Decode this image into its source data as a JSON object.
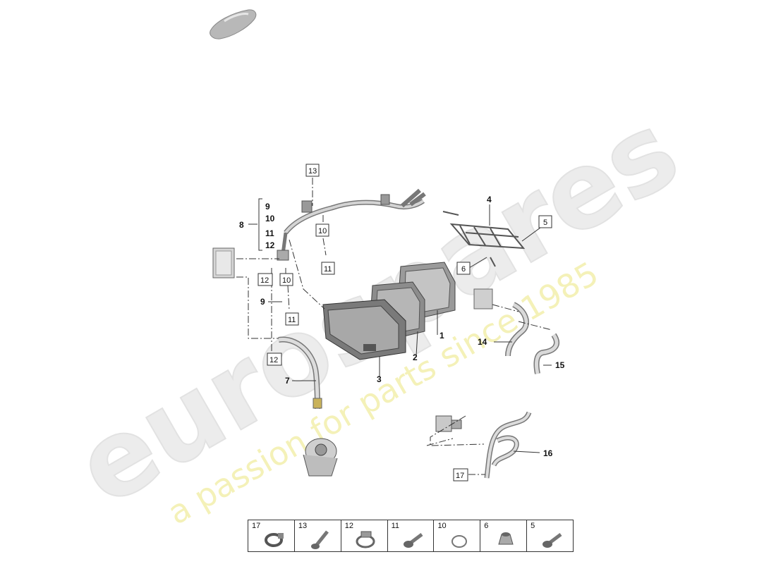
{
  "watermark": {
    "brand": "eurospares",
    "tagline": "a passion for parts since 1985"
  },
  "callouts": {
    "c1": "1",
    "c2": "2",
    "c3": "3",
    "c4": "4",
    "c5": "5",
    "c6": "6",
    "c7": "7",
    "c8": "8",
    "c9a": "9",
    "c10a": "10",
    "c11a": "11",
    "c12a": "12",
    "c9b": "9",
    "c10b": "10",
    "c10c": "10",
    "c11b": "11",
    "c11c": "11",
    "c12b": "12",
    "c12c": "12",
    "c13": "13",
    "c14": "14",
    "c15": "15",
    "c16": "16",
    "c17": "17"
  },
  "legend": [
    {
      "number": "17",
      "icon": "hose-clamp-icon"
    },
    {
      "number": "13",
      "icon": "bolt-icon"
    },
    {
      "number": "12",
      "icon": "hose-clip-icon"
    },
    {
      "number": "11",
      "icon": "screw-icon"
    },
    {
      "number": "10",
      "icon": "o-ring-icon"
    },
    {
      "number": "6",
      "icon": "grommet-icon"
    },
    {
      "number": "5",
      "icon": "bolt-icon"
    }
  ]
}
